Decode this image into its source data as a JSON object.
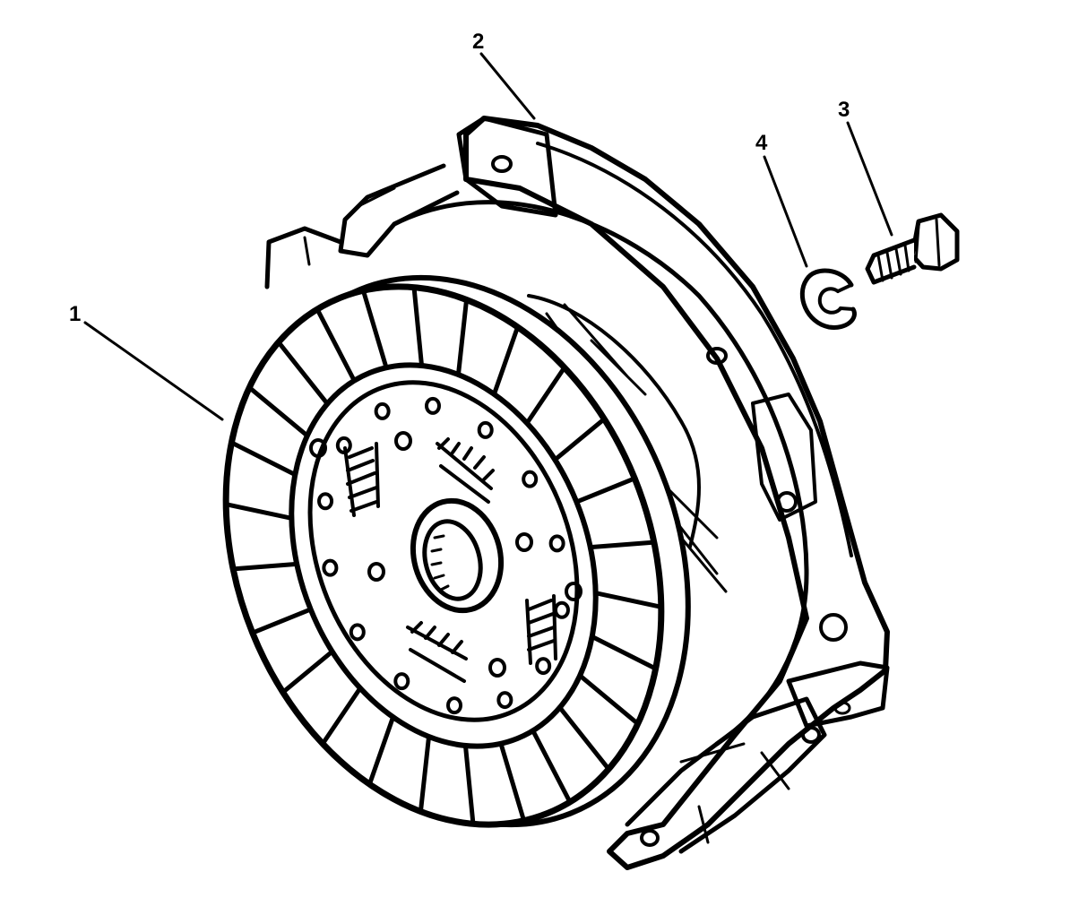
{
  "diagram": {
    "callouts": [
      {
        "label": "1",
        "part": "clutch-disc"
      },
      {
        "label": "2",
        "part": "pressure-plate"
      },
      {
        "label": "3",
        "part": "bolt"
      },
      {
        "label": "4",
        "part": "lock-washer"
      }
    ],
    "colors": {
      "ink": "#000000",
      "background": "#ffffff"
    }
  }
}
